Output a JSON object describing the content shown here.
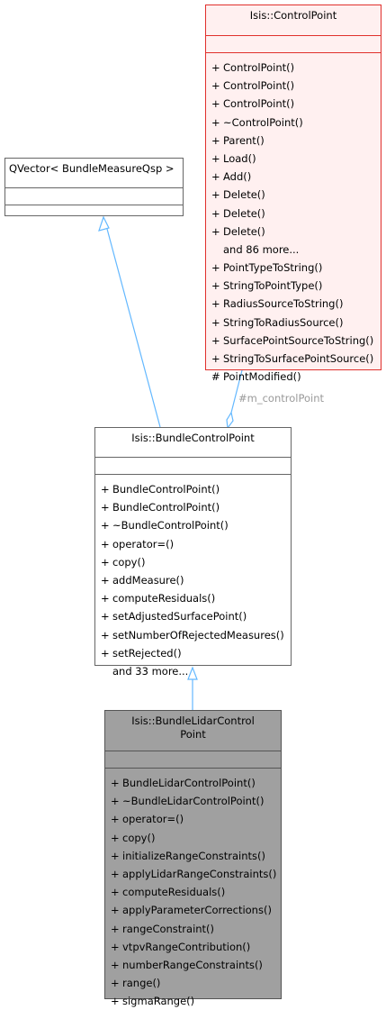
{
  "control_point": {
    "title": "Isis::ControlPoint",
    "ops": [
      {
        "vis": "+",
        "name": "ControlPoint()"
      },
      {
        "vis": "+",
        "name": "ControlPoint()"
      },
      {
        "vis": "+",
        "name": "ControlPoint()"
      },
      {
        "vis": "+",
        "name": "~ControlPoint()"
      },
      {
        "vis": "+",
        "name": "Parent()"
      },
      {
        "vis": "+",
        "name": "Load()"
      },
      {
        "vis": "+",
        "name": "Add()"
      },
      {
        "vis": "+",
        "name": "Delete()"
      },
      {
        "vis": "+",
        "name": "Delete()"
      },
      {
        "vis": "+",
        "name": "Delete()"
      },
      {
        "vis": "",
        "name": "and 86 more..."
      },
      {
        "vis": "+",
        "name": "PointTypeToString()"
      },
      {
        "vis": "+",
        "name": "StringToPointType()"
      },
      {
        "vis": "+",
        "name": "RadiusSourceToString()"
      },
      {
        "vis": "+",
        "name": "StringToRadiusSource()"
      },
      {
        "vis": "+",
        "name": "SurfacePointSourceToString()"
      },
      {
        "vis": "+",
        "name": "StringToSurfacePointSource()"
      },
      {
        "vis": "#",
        "name": "PointModified()"
      }
    ]
  },
  "qvector": {
    "title": "QVector< BundleMeasureQsp >"
  },
  "bundle_control_point": {
    "title": "Isis::BundleControlPoint",
    "ops": [
      {
        "vis": "+",
        "name": "BundleControlPoint()"
      },
      {
        "vis": "+",
        "name": "BundleControlPoint()"
      },
      {
        "vis": "+",
        "name": "~BundleControlPoint()"
      },
      {
        "vis": "+",
        "name": "operator=()"
      },
      {
        "vis": "+",
        "name": "copy()"
      },
      {
        "vis": "+",
        "name": "addMeasure()"
      },
      {
        "vis": "+",
        "name": "computeResiduals()"
      },
      {
        "vis": "+",
        "name": "setAdjustedSurfacePoint()"
      },
      {
        "vis": "+",
        "name": "setNumberOfRejectedMeasures()"
      },
      {
        "vis": "+",
        "name": "setRejected()"
      },
      {
        "vis": "",
        "name": "and 33 more..."
      }
    ]
  },
  "bundle_lidar_control_point": {
    "title_line1": "Isis::BundleLidarControl",
    "title_line2": "Point",
    "ops": [
      {
        "vis": "+",
        "name": "BundleLidarControlPoint()"
      },
      {
        "vis": "+",
        "name": "~BundleLidarControlPoint()"
      },
      {
        "vis": "+",
        "name": "operator=()"
      },
      {
        "vis": "+",
        "name": "copy()"
      },
      {
        "vis": "+",
        "name": "initializeRangeConstraints()"
      },
      {
        "vis": "+",
        "name": "applyLidarRangeConstraints()"
      },
      {
        "vis": "+",
        "name": "computeResiduals()"
      },
      {
        "vis": "+",
        "name": "applyParameterCorrections()"
      },
      {
        "vis": "+",
        "name": "rangeConstraint()"
      },
      {
        "vis": "+",
        "name": "vtpvRangeContribution()"
      },
      {
        "vis": "+",
        "name": "numberRangeConstraints()"
      },
      {
        "vis": "+",
        "name": "range()"
      },
      {
        "vis": "+",
        "name": "sigmaRange()"
      }
    ]
  },
  "edges": {
    "composition_label": "#m_controlPoint"
  },
  "colors": {
    "edge": "#63b8ff",
    "control_point_border": "#e0302c",
    "control_point_fill": "#fff0f0",
    "focus_fill": "#a0a0a0"
  }
}
